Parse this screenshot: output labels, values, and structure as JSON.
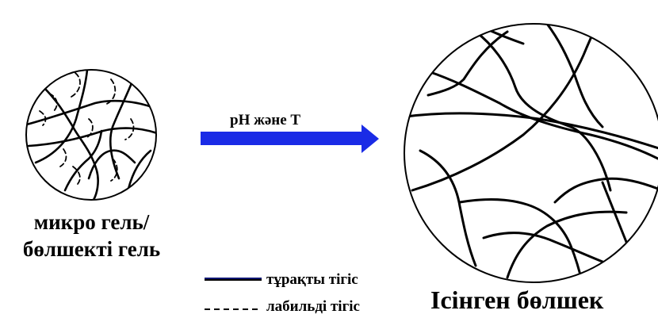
{
  "diagram": {
    "microgel_label_line1": "микро гель/",
    "microgel_label_line2": "бөлшекті гель",
    "arrow_label": "pH және T",
    "swollen_label": "Ісінген бөлшек",
    "legend": {
      "stable_crosslink": "тұрақты тігіс",
      "labile_crosslink": "лабильді тігіс"
    },
    "colors": {
      "arrow": "#1a2be6",
      "lines": "#000000",
      "background": "#ffffff"
    }
  }
}
